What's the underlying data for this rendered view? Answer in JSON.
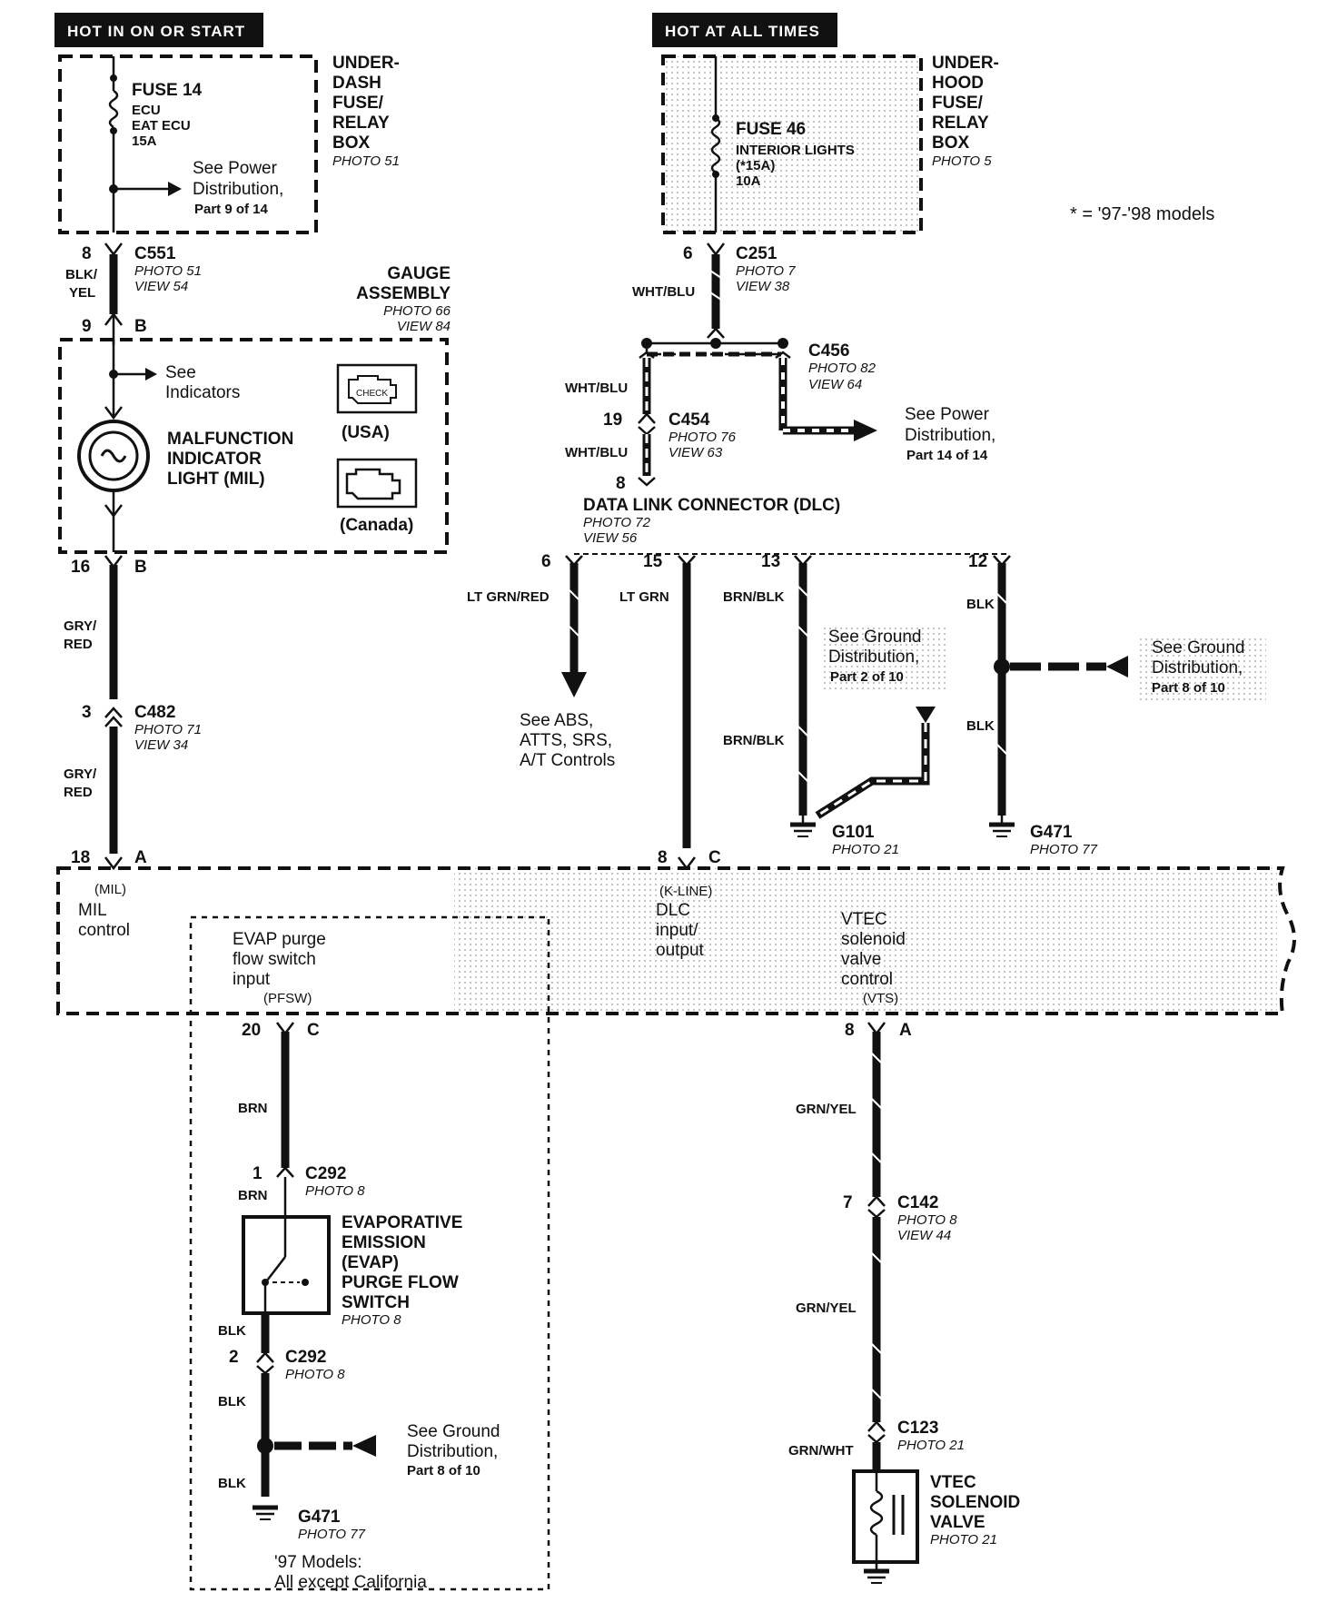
{
  "headers": {
    "left": "HOT IN ON OR START",
    "right": "HOT AT ALL TIMES"
  },
  "note": "* = '97-'98 models",
  "underdash": {
    "title": [
      "UNDER-",
      "DASH",
      "FUSE/",
      "RELAY",
      "BOX"
    ],
    "photo": "PHOTO 51",
    "fuse": "FUSE 14",
    "fuse_desc": [
      "ECU",
      "EAT ECU",
      "15A"
    ],
    "ref": [
      "See Power",
      "Distribution,",
      "Part 9 of 14"
    ]
  },
  "underhood": {
    "title": [
      "UNDER-",
      "HOOD",
      "FUSE/",
      "RELAY",
      "BOX"
    ],
    "photo": "PHOTO 5",
    "fuse": "FUSE 46",
    "fuse_desc": [
      "INTERIOR LIGHTS",
      "(*15A)",
      "10A"
    ]
  },
  "c551": {
    "name": "C551",
    "pin_top": "8",
    "pin_bottom": "9",
    "photo": "PHOTO 51",
    "view": "VIEW 54",
    "pin_letter": "B"
  },
  "wire_blk_yel": [
    "BLK/",
    "YEL"
  ],
  "gauge": {
    "title": [
      "GAUGE",
      "ASSEMBLY"
    ],
    "photo": "PHOTO 66",
    "view": "VIEW 84",
    "see": [
      "See",
      "Indicators"
    ],
    "mil": [
      "MALFUNCTION",
      "INDICATOR",
      "LIGHT (MIL)"
    ],
    "usa": "(USA)",
    "canada": "(Canada)",
    "check": "CHECK"
  },
  "pin16": {
    "num": "16",
    "letter": "B"
  },
  "wire_gry_red": [
    "GRY/",
    "RED"
  ],
  "c482": {
    "name": "C482",
    "pin": "3",
    "photo": "PHOTO 71",
    "view": "VIEW 34"
  },
  "pin18": {
    "num": "18",
    "letter": "A"
  },
  "c251": {
    "name": "C251",
    "pin": "6",
    "photo": "PHOTO 7",
    "view": "VIEW 38"
  },
  "wire_wht_blu": "WHT/BLU",
  "c456": {
    "name": "C456",
    "photo": "PHOTO 82",
    "view": "VIEW 64"
  },
  "power14": [
    "See Power",
    "Distribution,",
    "Part 14 of 14"
  ],
  "c454": {
    "name": "C454",
    "pin": "19",
    "photo": "PHOTO 76",
    "view": "VIEW 63"
  },
  "dlc": {
    "pin": "8",
    "title": "DATA LINK CONNECTOR (DLC)",
    "photo": "PHOTO 72",
    "view": "VIEW 56"
  },
  "dlc_pins": [
    {
      "num": "6",
      "wire": "LT GRN/RED"
    },
    {
      "num": "15",
      "wire": "LT GRN"
    },
    {
      "num": "13",
      "wire": "BRN/BLK"
    },
    {
      "num": "12",
      "wire": "BLK"
    }
  ],
  "abs_ref": [
    "See ABS,",
    "ATTS, SRS,",
    "A/T Controls"
  ],
  "ground2": [
    "See Ground",
    "Distribution,",
    "Part 2 of 10"
  ],
  "ground8": [
    "See Ground",
    "Distribution,",
    "Part 8 of 10"
  ],
  "wire_brn_blk": "BRN/BLK",
  "wire_blk": "BLK",
  "g101": {
    "name": "G101",
    "photo": "PHOTO 21"
  },
  "g471": {
    "name": "G471",
    "photo": "PHOTO 77"
  },
  "pin8c": {
    "num": "8",
    "letter": "C"
  },
  "ecm": {
    "mil_tag": "(MIL)",
    "mil": [
      "MIL",
      "control"
    ],
    "evap": [
      "EVAP purge",
      "flow switch",
      "input"
    ],
    "pfsw": "(PFSW)",
    "kline": "(K-LINE)",
    "dlc": [
      "DLC",
      "input/",
      "output"
    ],
    "vtec": [
      "VTEC",
      "solenoid",
      "valve",
      "control"
    ],
    "vts": "(VTS)"
  },
  "pin20": {
    "num": "20",
    "letter": "C"
  },
  "wire_brn": "BRN",
  "c292a": {
    "name": "C292",
    "pin": "1",
    "photo": "PHOTO 8"
  },
  "evap_switch": {
    "title": [
      "EVAPORATIVE",
      "EMISSION",
      "(EVAP)",
      "PURGE FLOW",
      "SWITCH"
    ],
    "photo": "PHOTO 8"
  },
  "c292b": {
    "name": "C292",
    "pin": "2",
    "photo": "PHOTO 8"
  },
  "g471b": {
    "name": "G471",
    "photo": "PHOTO 77"
  },
  "models97": [
    "'97 Models:",
    "All except California"
  ],
  "pin8a": {
    "num": "8",
    "letter": "A"
  },
  "wire_grn_yel": "GRN/YEL",
  "c142": {
    "name": "C142",
    "pin": "7",
    "photo": "PHOTO 8",
    "view": "VIEW 44"
  },
  "c123": {
    "name": "C123",
    "photo": "PHOTO 21"
  },
  "wire_grn_wht": "GRN/WHT",
  "vtec_valve": {
    "title": [
      "VTEC",
      "SOLENOID",
      "VALVE"
    ],
    "photo": "PHOTO 21"
  }
}
